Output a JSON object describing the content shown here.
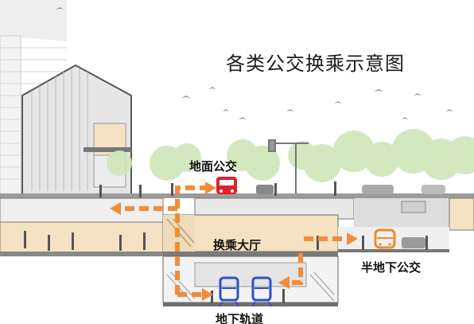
{
  "title": "各类公交换乘示意图",
  "labels": {
    "surface_bus": "地面公交",
    "transfer_hall": "换乘大厅",
    "semi_underground_bus": "半地下公交",
    "underground_rail": "地下轨道"
  },
  "colors": {
    "arrow": "#f28c3b",
    "surface_bus": "#e0202a",
    "semi_bus": "#f08a2a",
    "rail": "#2a52c9",
    "beige": "#f4e2c2",
    "ground": "#d9d9d9",
    "wall": "#8a8a8a",
    "trees": "#cfe6b8"
  },
  "icons": [
    "bus-icon",
    "train-icon",
    "bird-icon",
    "person-icon",
    "car-icon"
  ]
}
